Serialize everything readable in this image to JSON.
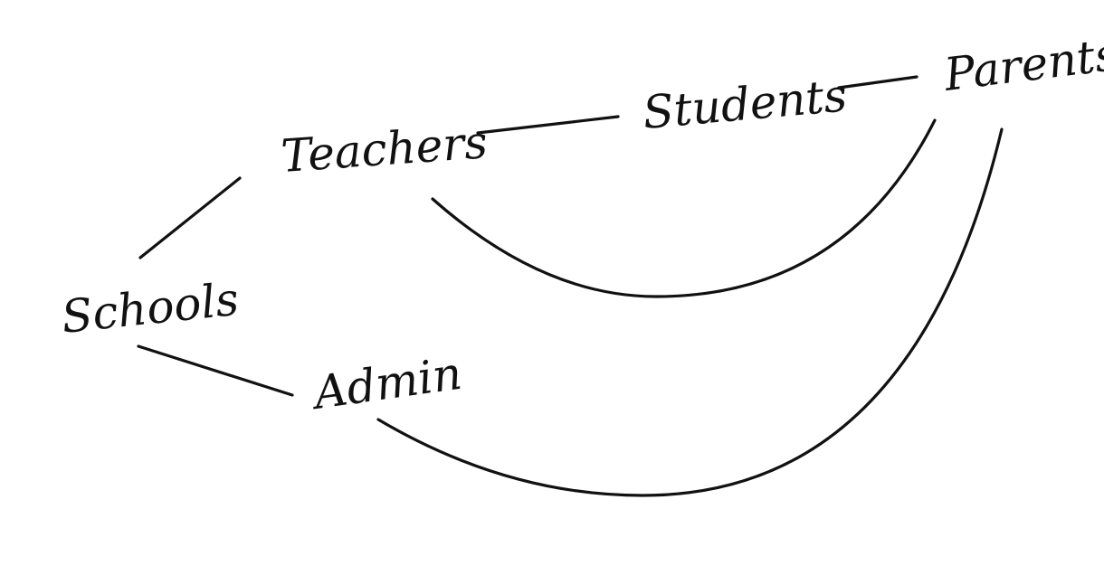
{
  "diagram": {
    "stroke_color": "#111111",
    "nodes": {
      "schools": "Schools",
      "teachers": "Teachers",
      "students": "Students",
      "parents": "Parents",
      "admin": "Admin"
    },
    "edges": [
      {
        "from": "schools",
        "to": "teachers"
      },
      {
        "from": "teachers",
        "to": "students"
      },
      {
        "from": "students",
        "to": "parents"
      },
      {
        "from": "teachers",
        "to": "parents"
      },
      {
        "from": "schools",
        "to": "admin"
      },
      {
        "from": "admin",
        "to": "parents"
      }
    ]
  }
}
